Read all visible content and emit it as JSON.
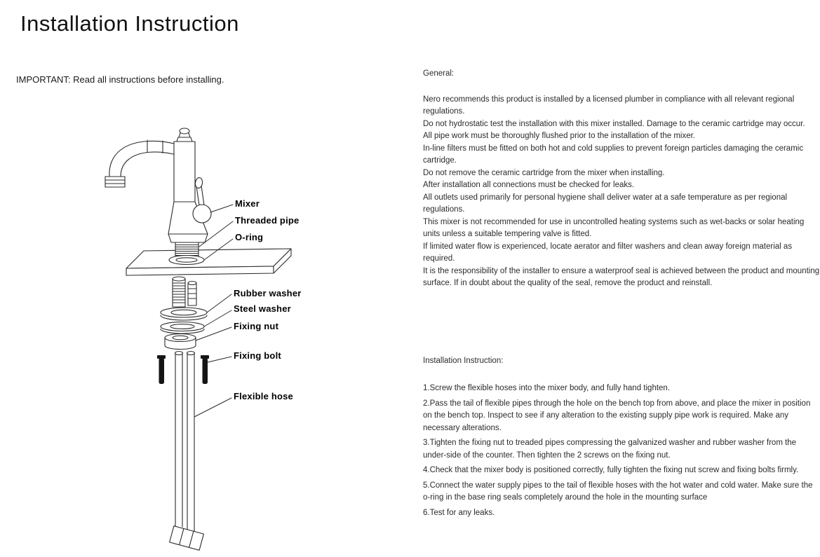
{
  "page": {
    "title": "Installation Instruction",
    "important_note": "IMPORTANT: Read all instructions before installing."
  },
  "diagram": {
    "labels": {
      "mixer": "Mixer",
      "threaded_pipe": "Threaded pipe",
      "o_ring": "O-ring",
      "rubber_washer": "Rubber washer",
      "steel_washer": "Steel washer",
      "fixing_nut": "Fixing nut",
      "fixing_bolt": "Fixing bolt",
      "flexible_hose": "Flexible hose"
    },
    "ink_color": "#2b2b2b"
  },
  "general": {
    "heading": "General:",
    "paragraphs": [
      "Nero recommends this product is installed by a licensed plumber in compliance with all relevant regional regulations.",
      "Do not hydrostatic test the installation with this mixer installed. Damage to the ceramic cartridge may occur.",
      "All pipe work must be thoroughly flushed prior to the installation of the mixer.",
      "In-line filters must be fitted on both hot and cold supplies to prevent foreign particles damaging the ceramic cartridge.",
      "Do not remove the ceramic cartridge from the mixer when installing.",
      "After installation all connections must be checked for leaks.",
      "All outlets used primarily for personal hygiene shall deliver water at a safe temperature as per regional regulations.",
      "This mixer is not recommended for use in uncontrolled heating systems such as wet-backs or solar heating units unless a suitable tempering valve is fitted.",
      "If limited water flow is experienced, locate aerator and filter washers and clean away foreign material as required.",
      "It is the responsibility of the installer to ensure a waterproof seal is achieved between the product and mounting surface. If in doubt about the quality of the seal, remove the product and reinstall."
    ]
  },
  "installation": {
    "heading": "Installation Instruction:",
    "steps": [
      "1.Screw the flexible hoses into the mixer body, and fully hand tighten.",
      "2.Pass the tail of flexible pipes through the hole on the bench top from above, and place the mixer in position on the bench top. Inspect to see if any alteration to the existing supply pipe work is required. Make any necessary alterations.",
      "3.Tighten the fixing nut to treaded pipes compressing the galvanized washer and rubber washer from the under-side of the counter. Then tighten the 2 screws on the fixing nut.",
      "4.Check that the mixer body is positioned correctly, fully tighten the fixing nut screw and fixing bolts firmly.",
      "5.Connect the water supply pipes to the tail of flexible hoses with the hot water and cold water. Make sure the o-ring in the base ring seals completely around the hole in the mounting surface",
      "6.Test for any leaks."
    ]
  }
}
